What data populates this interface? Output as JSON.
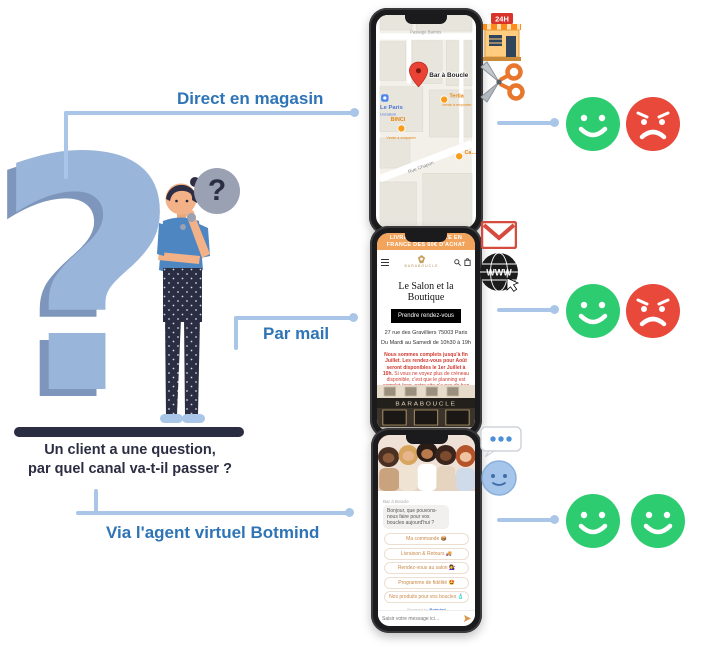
{
  "scene": {
    "big_question_mark": "?",
    "bubble_mark": "?",
    "caption_line1": "Un client a une question,",
    "caption_line2": "par quel canal va-t-il passer ?"
  },
  "channels": [
    {
      "label": "Direct en magasin",
      "icons": [
        "convenience-store-24h",
        "scissors"
      ],
      "reactions": [
        "happy",
        "unhappy"
      ]
    },
    {
      "label": "Par mail",
      "icons": [
        "gmail",
        "www-globe"
      ],
      "reactions": [
        "happy",
        "unhappy"
      ]
    },
    {
      "label": "Via l'agent virtuel Botmind",
      "icons": [
        "chat-bubble",
        "robot"
      ],
      "reactions": [
        "happy",
        "happy"
      ]
    }
  ],
  "map_app": {
    "street_top": "Passage Barrois",
    "street_mid": "Rue Chapon",
    "pin_main": "Bar à Boucle",
    "poi_blue_name": "Le Paris",
    "poi_blue_sub": "Livraison",
    "poi_orange1_name": "Tertia",
    "poi_orange1_sub": "Vente à emporter",
    "poi_orange2_name": "BINCI",
    "poi_orange2_sub": "Vente à emporter",
    "poi_orange3_name": "Ca…"
  },
  "website": {
    "banner": "LIVRAISON OFFERTE EN FRANCE DÈS 60€ D'ACHAT",
    "brand": "BARABOUCLE",
    "title": "Le Salon et la Boutique",
    "cta": "Prendre rendez-vous",
    "address": "27 rue des Gravilliers 75003 Paris",
    "hours": "Du Mardi au Samedi de 10h30 à 19h",
    "notice_bold": "Nous sommes complets jusqu'à fin Juillet. Les rendez-vous pour Août seront disponibles le 1er Juillet à 10h.",
    "notice_text": " Si vous ne voyez plus de créneau disponible, c'est que le planning est complet (non, notre site n'a pas de bug 😅)",
    "storefront_sign": "BARABOUCLE"
  },
  "chat": {
    "sender": "Bar à Boucle",
    "greeting": "Bonjour, que pouvons-nous faire pour vos boucles aujourd'hui ?",
    "quick_replies": [
      "Ma commande 📦",
      "Livraison & Retours 🚚",
      "Rendez-vous au salon 💇‍♀️",
      "Programme de fidélité 🤩",
      "Nos produits pour vos boucles 🧴"
    ],
    "powered_prefix": "Powered by ",
    "powered_brand": "Botmind",
    "input_placeholder": "Saisir votre message ici…"
  },
  "icon_labels": {
    "store_sign": "24H",
    "globe_label": "WWW"
  },
  "colors": {
    "label_blue": "#2e74b6",
    "line_blue": "#a9c6e8",
    "happy_green": "#2ecc71",
    "sad_red": "#e8493b",
    "navy": "#2b2d42",
    "site_orange": "#f2a45c",
    "map_pin_red": "#ea4335",
    "map_poi_orange": "#f99d1c"
  }
}
